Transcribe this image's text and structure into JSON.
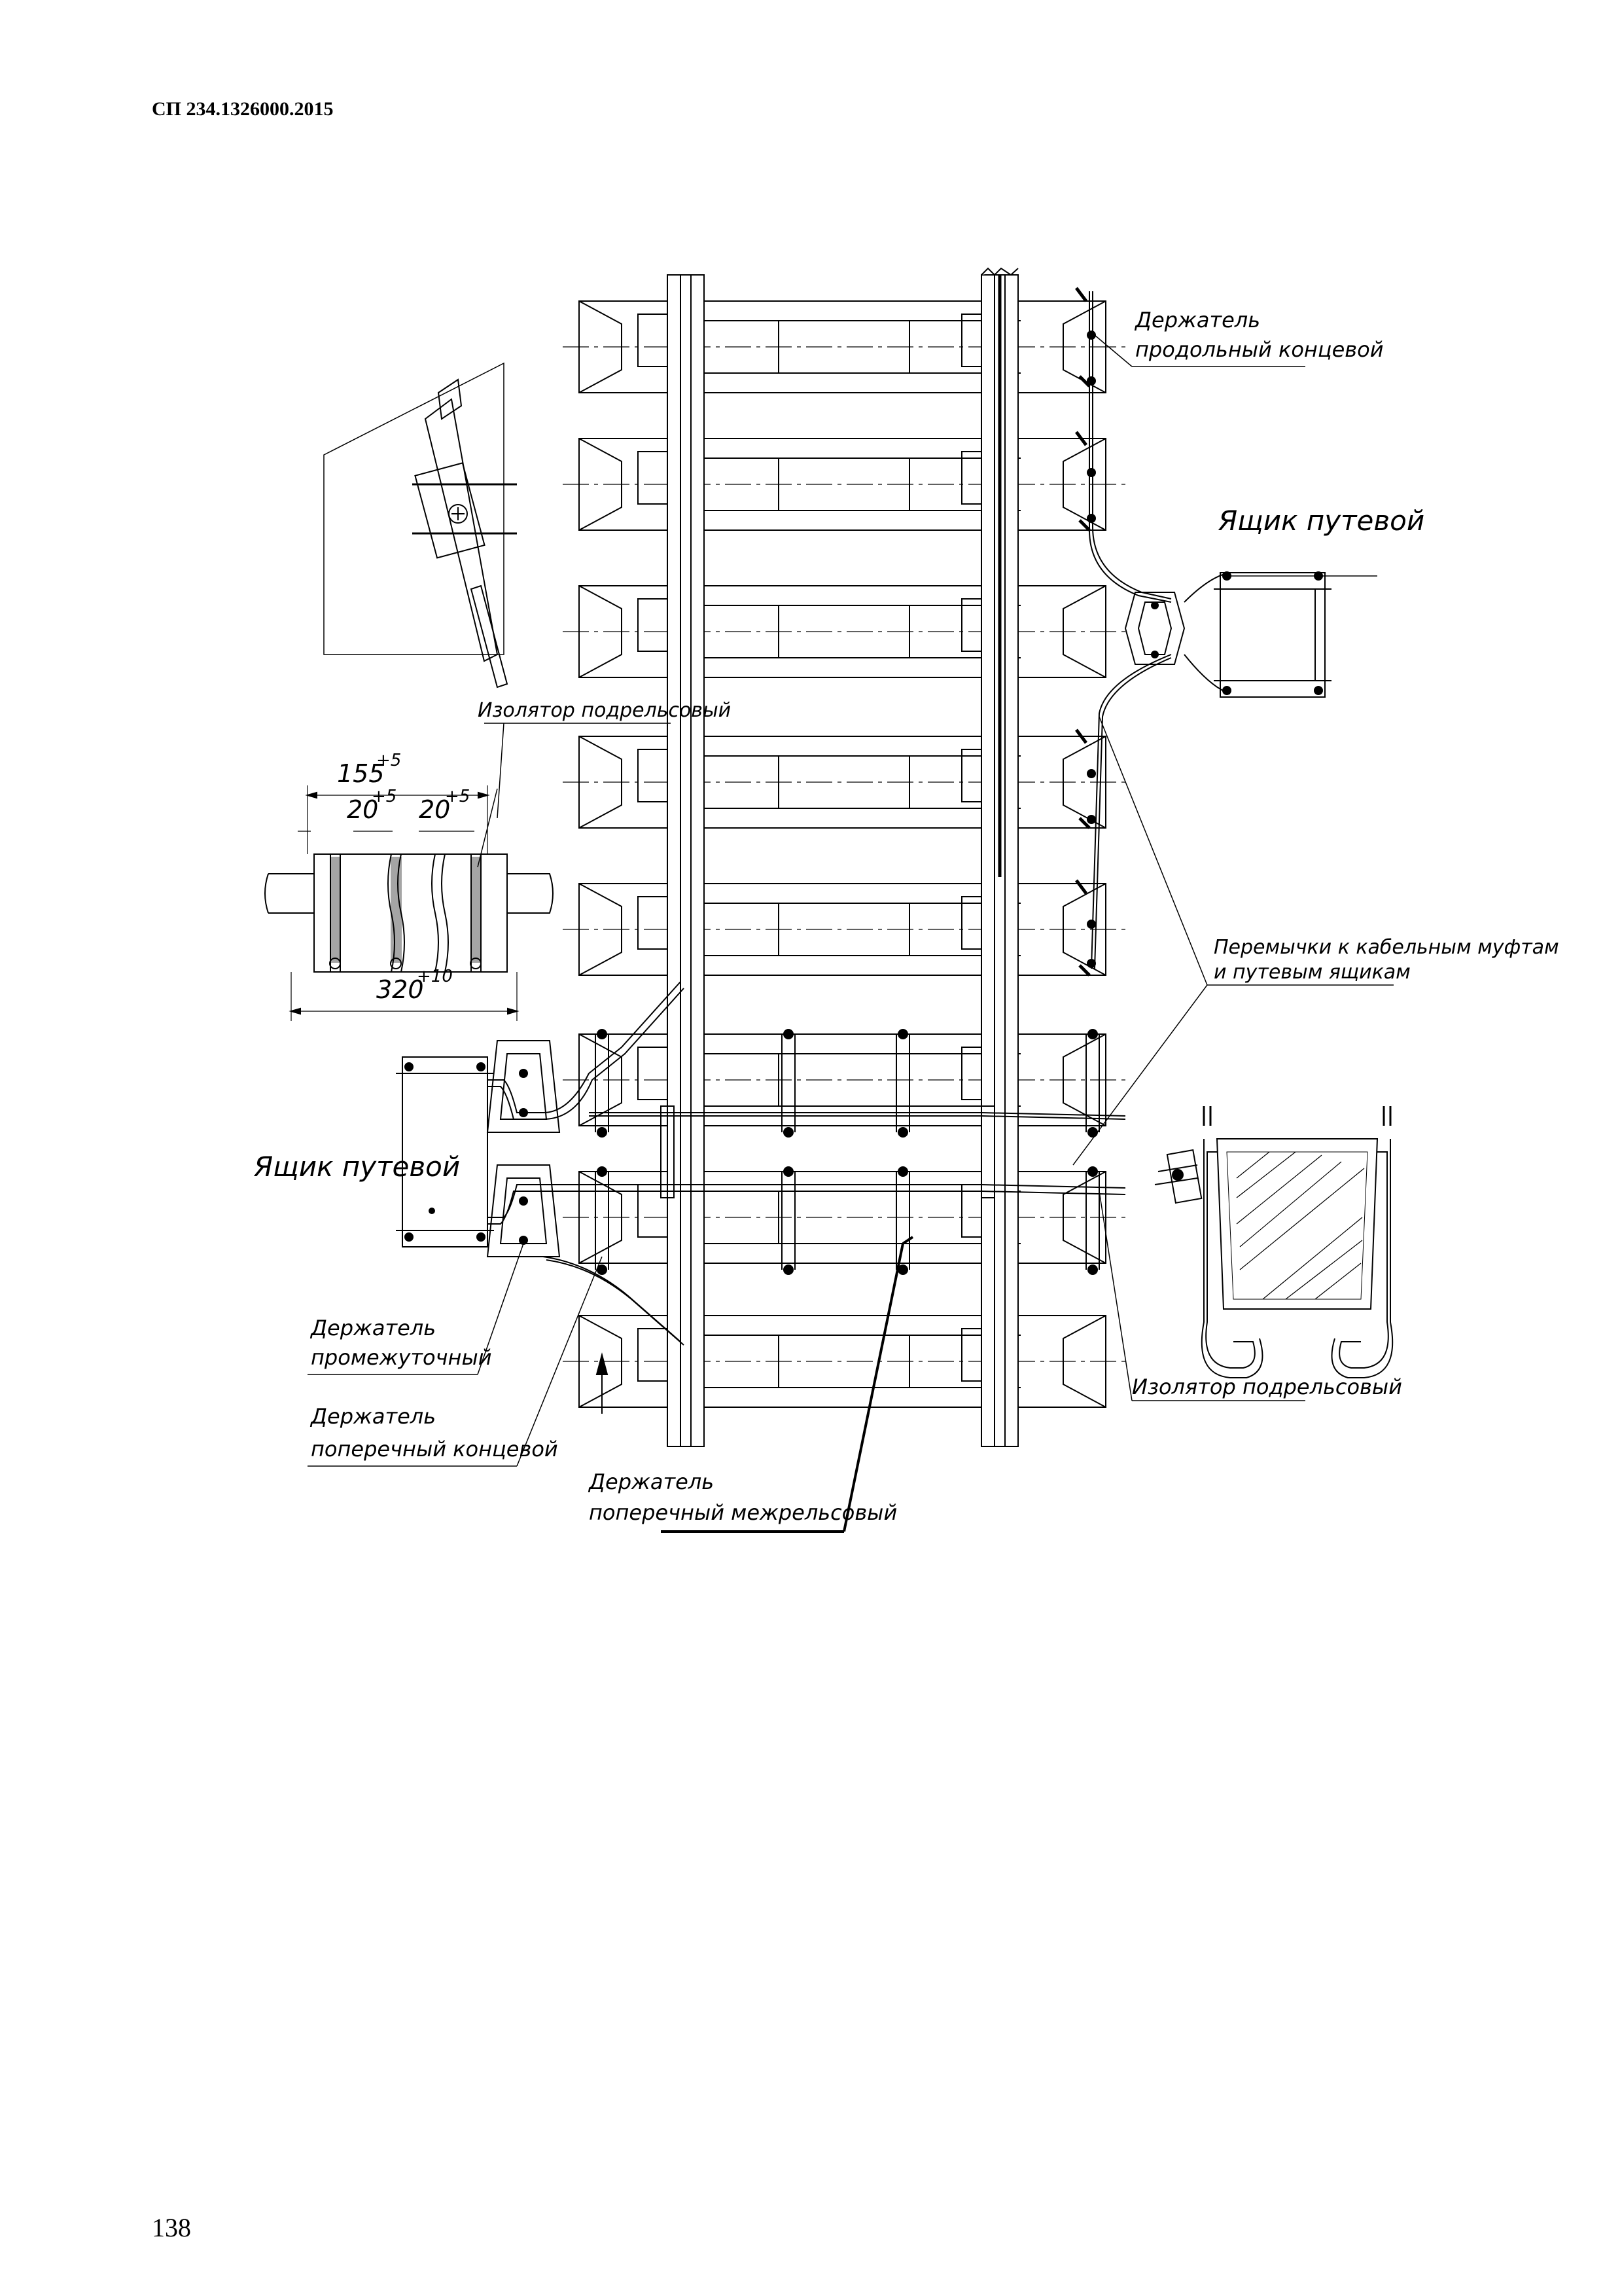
{
  "header": {
    "code": "СП 234.1326000.2015"
  },
  "page_number": "138",
  "labels": {
    "holder_long_end_1": "Держатель",
    "holder_long_end_2": "продольный концевой",
    "box_right": "Ящик путевой",
    "insulator_top": "Изолятор подрельсовый",
    "jumpers_1": "Перемычки к кабельным муфтам",
    "jumpers_2": "и путевым ящикам",
    "box_left": "Ящик путевой",
    "holder_mid_1": "Держатель",
    "holder_mid_2": "промежуточный",
    "holder_cross_end_1": "Держатель",
    "holder_cross_end_2": "поперечный концевой",
    "holder_interrail_1": "Держатель",
    "holder_interrail_2": "поперечный межрельсовый",
    "insulator_bottom": "Изолятор подрельсовый"
  },
  "dimensions": {
    "d155": "155",
    "d155_tol": "+5",
    "d20a": "20",
    "d20a_tol": "+5",
    "d20b": "20",
    "d20b_tol": "+5",
    "d320": "320",
    "d320_tol": "+10"
  }
}
